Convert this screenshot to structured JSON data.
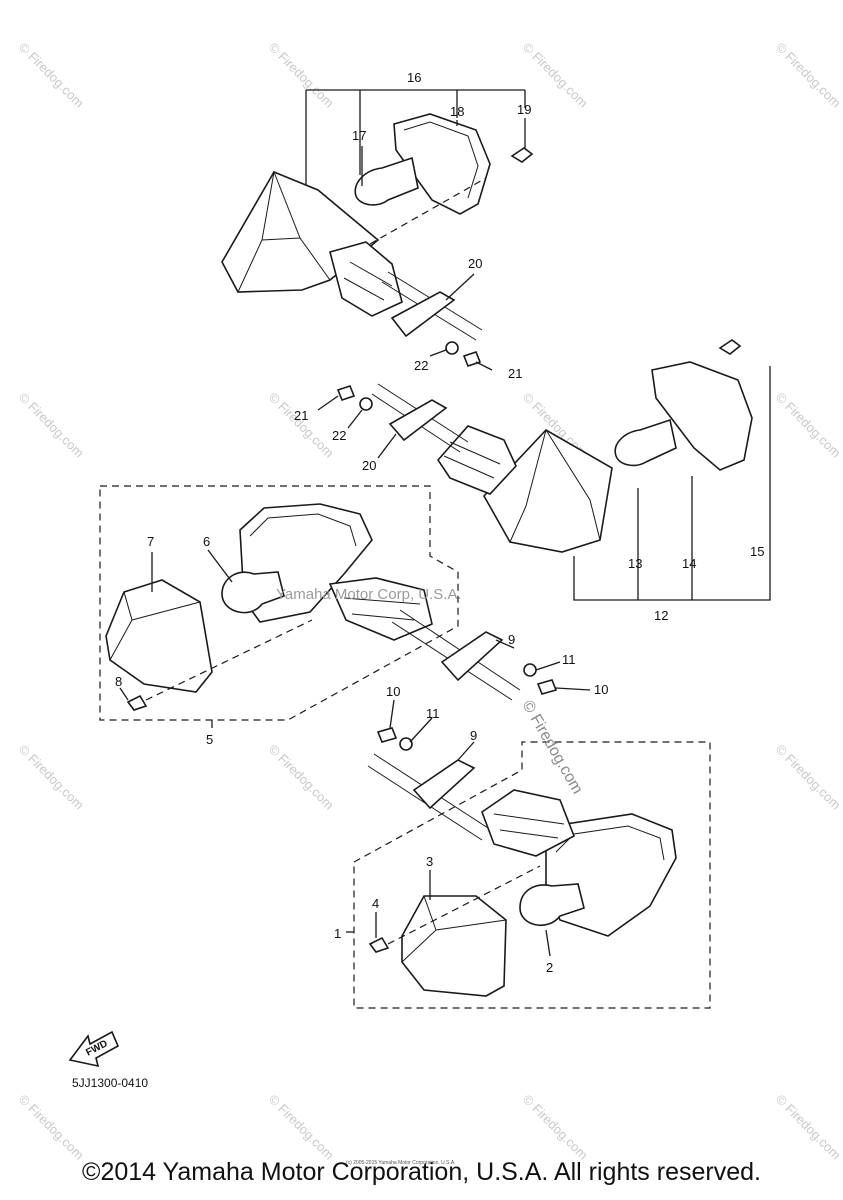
{
  "diagram": {
    "ref_code": "5JJ1300-0410",
    "fwd_label": "FWD",
    "center_watermark": "Yamaha Motor Corp, U.S.A.",
    "side_watermark": "© Firedog.com",
    "tile_watermark": "© Firedog.com",
    "tiny_copyright": "(c) 2005-2015 Yamaha Motor Corporation, U.S.A.",
    "copyright": "©2014 Yamaha Motor Corporation, U.S.A. All rights reserved."
  },
  "callouts": [
    "1",
    "2",
    "3",
    "4",
    "5",
    "6",
    "7",
    "8",
    "9",
    "10",
    "11",
    "12",
    "13",
    "14",
    "15",
    "16",
    "17",
    "18",
    "19",
    "20",
    "21",
    "22"
  ]
}
